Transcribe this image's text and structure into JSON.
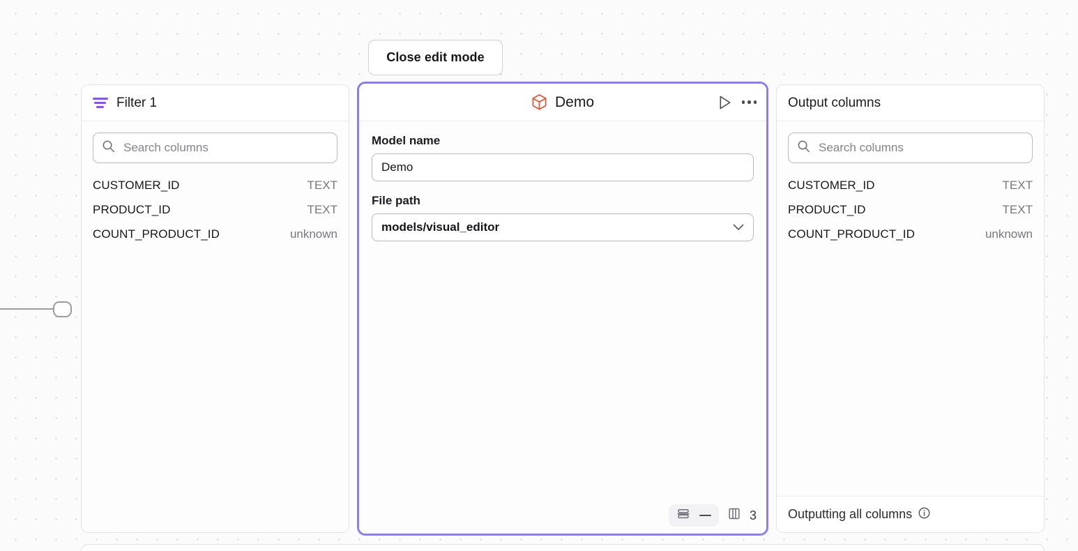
{
  "toolbar": {
    "close_edit_mode_label": "Close edit mode"
  },
  "filter_panel": {
    "icon": "filter-icon",
    "title": "Filter 1",
    "search": {
      "icon": "search-icon",
      "placeholder": "Search columns",
      "value": ""
    },
    "columns": [
      {
        "name": "CUSTOMER_ID",
        "type": "TEXT"
      },
      {
        "name": "PRODUCT_ID",
        "type": "TEXT"
      },
      {
        "name": "COUNT_PRODUCT_ID",
        "type": "unknown"
      }
    ]
  },
  "model_panel": {
    "icon": "cube-icon",
    "title": "Demo",
    "run_icon": "play-icon",
    "more_icon": "more-options-icon",
    "fields": {
      "model_name_label": "Model name",
      "model_name_value": "Demo",
      "file_path_label": "File path",
      "file_path_value": "models/visual_editor"
    },
    "footer": {
      "rows_icon": "rows-icon",
      "rows_value": "—",
      "columns_icon": "columns-icon",
      "columns_count": "3"
    },
    "selected_border_color": "#8b7cf6"
  },
  "output_panel": {
    "title": "Output columns",
    "search": {
      "icon": "search-icon",
      "placeholder": "Search columns",
      "value": ""
    },
    "columns": [
      {
        "name": "CUSTOMER_ID",
        "type": "TEXT"
      },
      {
        "name": "PRODUCT_ID",
        "type": "TEXT"
      },
      {
        "name": "COUNT_PRODUCT_ID",
        "type": "unknown"
      }
    ],
    "footer_text": "Outputting all columns",
    "footer_icon": "info-icon"
  },
  "canvas": {
    "connector_icon": "connection-handle"
  },
  "colors": {
    "accent_purple": "#8b4ef8",
    "selection_purple": "#8b7cf6",
    "cube_orange": "#e8502e",
    "canvas_bg": "#fbfbfc"
  }
}
